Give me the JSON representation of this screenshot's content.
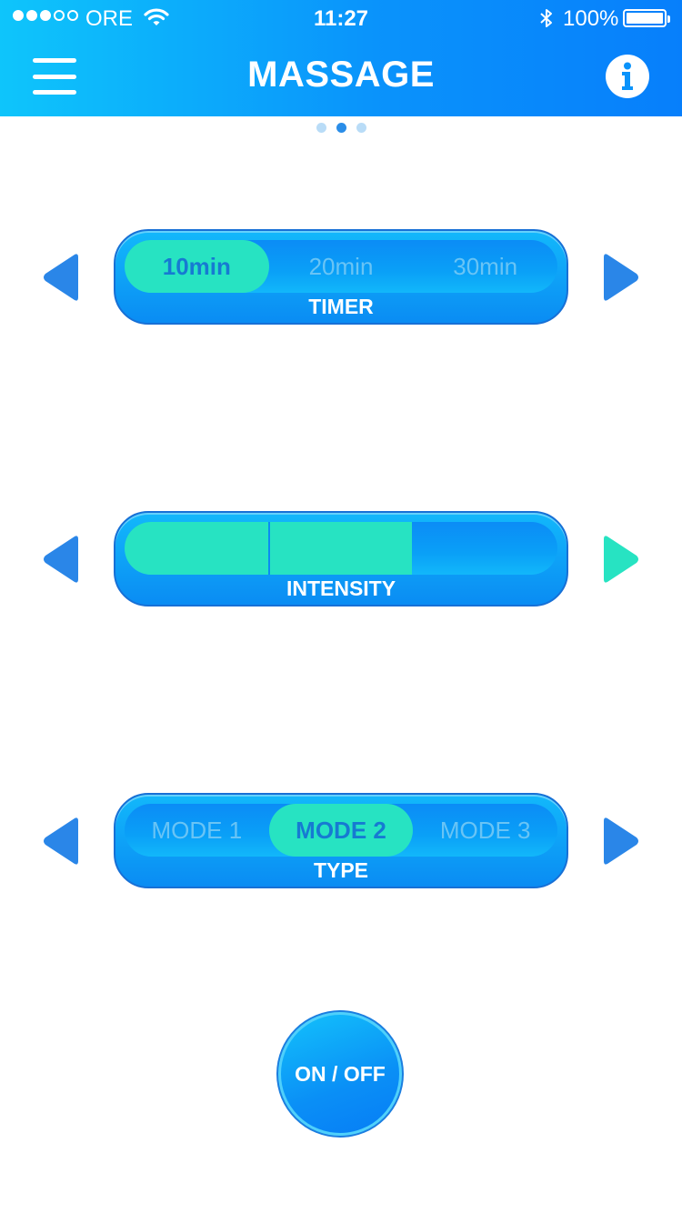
{
  "status_bar": {
    "carrier": "ORE",
    "time": "11:27",
    "battery_percent": "100%",
    "signal_bars_filled": 3,
    "signal_bars_total": 5
  },
  "header": {
    "title": "MASSAGE",
    "menu_icon": "hamburger-icon",
    "info_icon": "info-icon"
  },
  "pager": {
    "count": 3,
    "active_index": 1
  },
  "timer": {
    "label": "TIMER",
    "options": [
      "10min",
      "20min",
      "30min"
    ],
    "selected_index": 0
  },
  "intensity": {
    "label": "INTENSITY",
    "level": 2,
    "max_level": 3
  },
  "type": {
    "label": "TYPE",
    "options": [
      "MODE 1",
      "MODE 2",
      "MODE 3"
    ],
    "selected_index": 1
  },
  "power": {
    "label": "ON / OFF"
  },
  "colors": {
    "accent_blue": "#0a93fb",
    "arrow_blue": "#2a86e8",
    "active_green": "#27e3c2"
  }
}
